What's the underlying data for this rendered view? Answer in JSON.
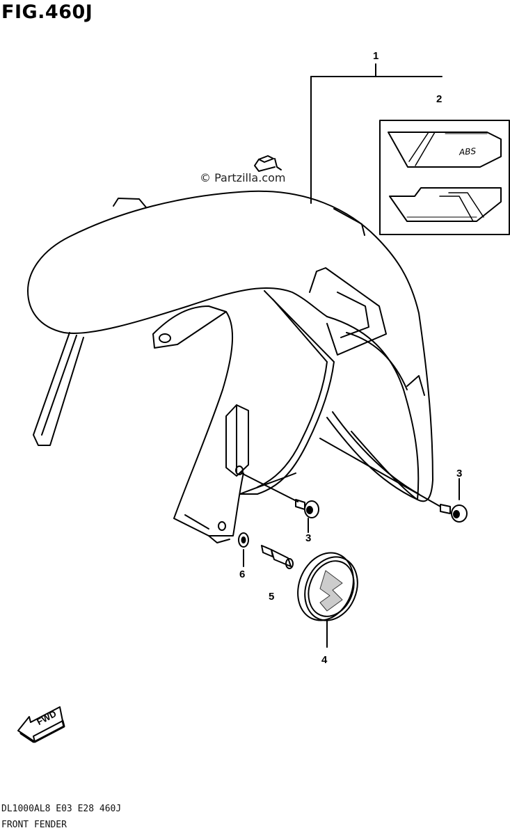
{
  "figure": {
    "title": "FIG.460J",
    "watermark": "© Partzilla.com",
    "model_code": "DL1000AL8  E03  E28  460J",
    "caption": "FRONT FENDER"
  },
  "callouts": {
    "c1": "1",
    "c2": "2",
    "c3a": "3",
    "c3b": "3",
    "c4": "4",
    "c5": "5",
    "c6": "6"
  },
  "labels": {
    "abs_text": "ABS",
    "fwd_text": "FWD"
  }
}
